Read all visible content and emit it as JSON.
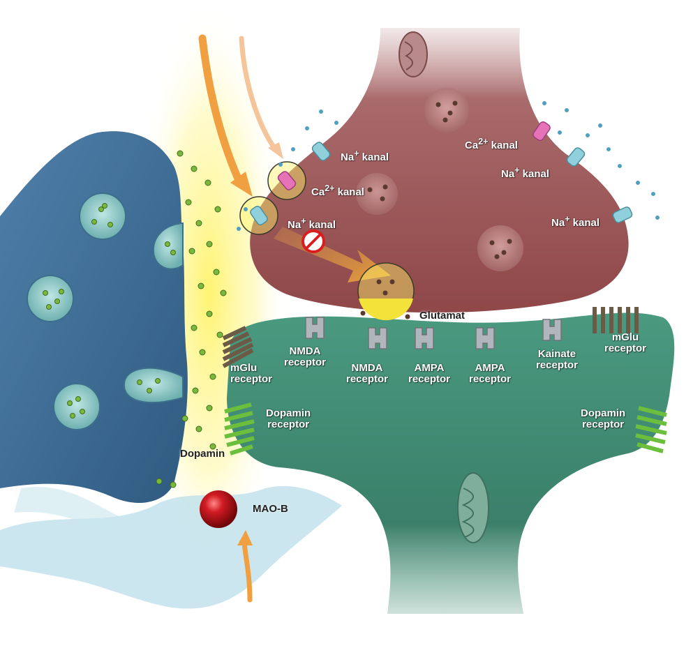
{
  "colors": {
    "presynaptic": "#a85a5c",
    "postsynaptic": "#3f8a72",
    "dopamine_neuron": "#3f6f98",
    "glial_cell": "#b9ddea",
    "dopamine_glow": "#fff36a",
    "arrow": "#f0a040",
    "mao_b": "#c0141c",
    "na_channel": "#8fd0dc",
    "ca_channel": "#e673b8",
    "receptor_green": "#6cbf3c",
    "receptor_brown": "#6b5a45",
    "block_sign": "#d81e1e"
  },
  "icons": {
    "block": "no-entry-sign-icon",
    "enzyme": "sphere-icon",
    "mitochondrion": "mitochondrion-icon",
    "vesicle": "vesicle-icon"
  },
  "labels": {
    "na_kanal_1": {
      "main": "Na",
      "sup": "+",
      "rest": " kanal"
    },
    "ca_kanal_left": {
      "main": "Ca",
      "sup": "2+",
      "rest": " kanal"
    },
    "na_kanal_left": {
      "main": "Na",
      "sup": "+",
      "rest": " kanal"
    },
    "ca_kanal_right": {
      "main": "Ca",
      "sup": "2+",
      "rest": " kanal"
    },
    "na_kanal_right1": {
      "main": "Na",
      "sup": "+",
      "rest": " kanal"
    },
    "na_kanal_right2": {
      "main": "Na",
      "sup": "+",
      "rest": " kanal"
    },
    "glutamat": "Glutamat",
    "nmda_1": {
      "line1": "NMDA",
      "line2": "receptor"
    },
    "nmda_2": {
      "line1": "NMDA",
      "line2": "receptor"
    },
    "ampa_1": {
      "line1": "AMPA",
      "line2": "receptor"
    },
    "ampa_2": {
      "line1": "AMPA",
      "line2": "receptor"
    },
    "kainate": {
      "line1": "Kainate",
      "line2": "receptor"
    },
    "mglu_left": {
      "line1": "mGlu",
      "line2": "receptor"
    },
    "mglu_right": {
      "line1": "mGlu",
      "line2": "receptor"
    },
    "dopamin_receptor_left": {
      "line1": "Dopamin",
      "line2": "receptor"
    },
    "dopamin_receptor_right": {
      "line1": "Dopamin",
      "line2": "receptor"
    },
    "dopamin": "Dopamin",
    "mao_b": "MAO-B"
  }
}
